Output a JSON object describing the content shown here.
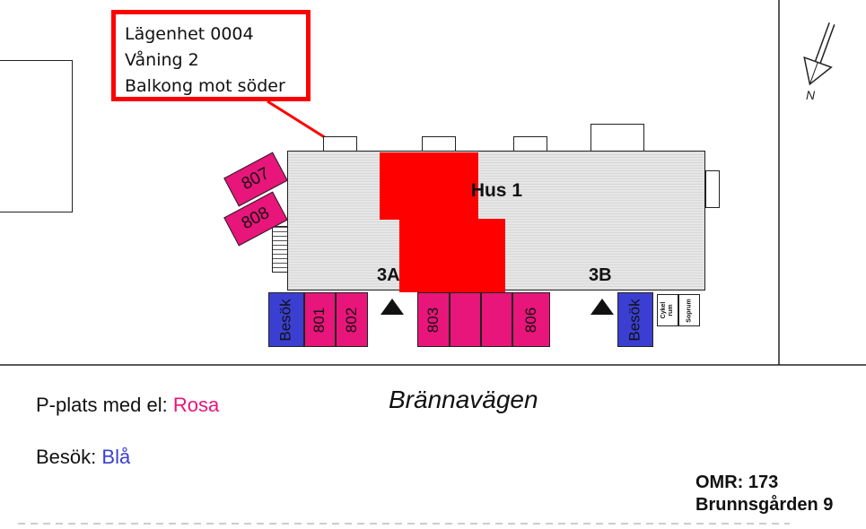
{
  "callout": {
    "lines": [
      "Lägenhet 0004",
      "Våning 2",
      "Balkong mot söder"
    ],
    "border_color": "#ff0000"
  },
  "building": {
    "label": "Hus 1"
  },
  "entrances": [
    {
      "label": "3A"
    },
    {
      "label": "3B"
    }
  ],
  "parking": {
    "colors": {
      "rosa": "#e8157a",
      "bla": "#3b3fd1"
    },
    "angled": [
      {
        "label": "807",
        "type": "rosa"
      },
      {
        "label": "808",
        "type": "rosa"
      }
    ],
    "row": [
      {
        "label": "Besök",
        "type": "bla"
      },
      {
        "label": "801",
        "type": "rosa"
      },
      {
        "label": "802",
        "type": "rosa"
      },
      {
        "label": "803",
        "type": "rosa"
      },
      {
        "label": "",
        "type": "rosa"
      },
      {
        "label": "",
        "type": "rosa"
      },
      {
        "label": "806",
        "type": "rosa"
      },
      {
        "label": "Besök",
        "type": "bla"
      }
    ]
  },
  "sheds": [
    "Cykel rum",
    "Soprum"
  ],
  "road": {
    "name": "Brännavägen"
  },
  "legend": {
    "el_label": "P-plats med el:",
    "el_value": "Rosa",
    "visit_label": "Besök:",
    "visit_value": "Blå",
    "el_color": "#e8157a",
    "visit_color": "#3b3fd1"
  },
  "info": {
    "omr": "OMR: 173",
    "property": "Brunnsgården 9"
  },
  "north": {
    "label": "N",
    "icon": "north-arrow-icon"
  },
  "highlight_color": "#ff0000"
}
